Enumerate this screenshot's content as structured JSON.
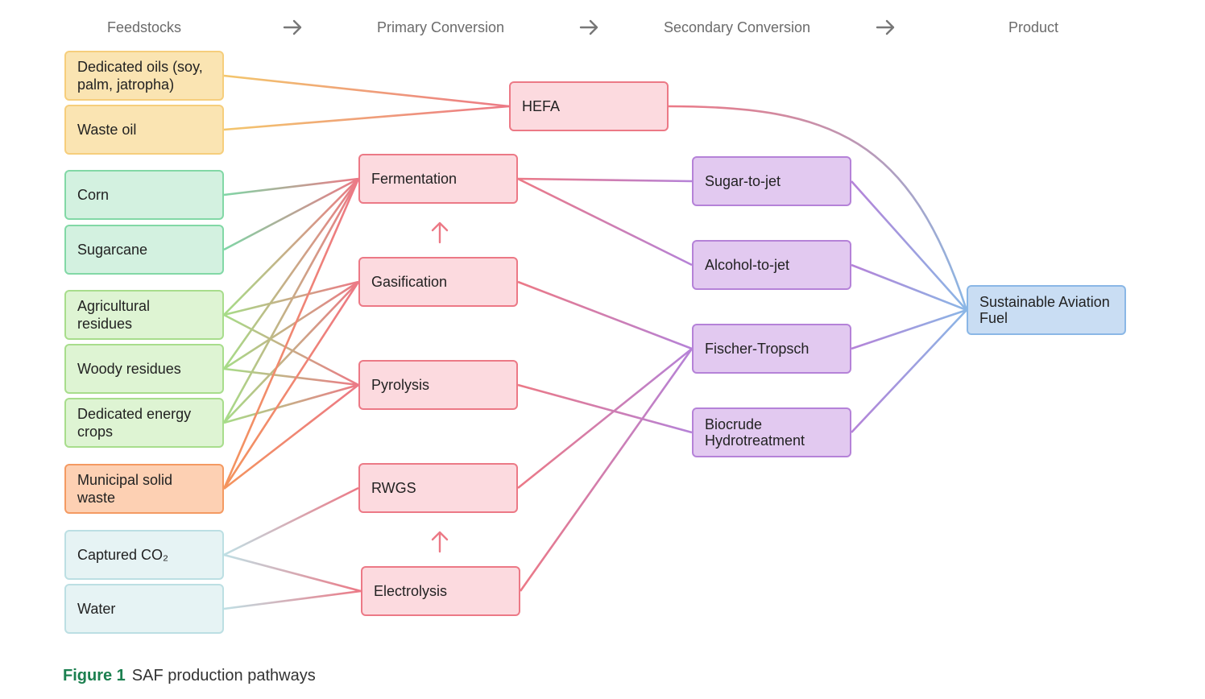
{
  "headers": {
    "feedstocks": "Feedstocks",
    "primary": "Primary Conversion",
    "secondary": "Secondary Conversion",
    "product": "Product"
  },
  "feedstocks": {
    "dedicated_oils": "Dedicated oils (soy, palm, jatropha)",
    "waste_oil": "Waste oil",
    "corn": "Corn",
    "sugarcane": "Sugarcane",
    "agricultural_residues": "Agricultural residues",
    "woody_residues": "Woody residues",
    "dedicated_energy_crops": "Dedicated energy crops",
    "municipal_solid_waste": "Municipal solid waste",
    "captured_co2": "Captured CO₂",
    "water": "Water"
  },
  "primary_conversion": {
    "hefa": "HEFA",
    "fermentation": "Fermentation",
    "gasification": "Gasification",
    "pyrolysis": "Pyrolysis",
    "rwgs": "RWGS",
    "electrolysis": "Electrolysis"
  },
  "secondary_conversion": {
    "sugar_to_jet": "Sugar-to-jet",
    "alcohol_to_jet": "Alcohol-to-jet",
    "fischer_tropsch": "Fischer-Tropsch",
    "biocrude": "Biocrude Hydrotreatment"
  },
  "product": {
    "saf": "Sustainable Aviation Fuel"
  },
  "caption": {
    "label": "Figure 1",
    "text": "SAF production pathways"
  },
  "colors": {
    "oil": "#f3c66c",
    "sugar": "#7fd6a6",
    "cellulosic": "#a6dd88",
    "msw": "#f4955d",
    "co2": "#bfe0e5",
    "primary": "#ec7986",
    "secondary": "#b582d8",
    "product": "#8ab7e6"
  },
  "links": [
    [
      "dedicated_oils",
      "hefa"
    ],
    [
      "waste_oil",
      "hefa"
    ],
    [
      "corn",
      "fermentation"
    ],
    [
      "sugarcane",
      "fermentation"
    ],
    [
      "agricultural_residues",
      "fermentation"
    ],
    [
      "agricultural_residues",
      "gasification"
    ],
    [
      "agricultural_residues",
      "pyrolysis"
    ],
    [
      "woody_residues",
      "fermentation"
    ],
    [
      "woody_residues",
      "gasification"
    ],
    [
      "woody_residues",
      "pyrolysis"
    ],
    [
      "dedicated_energy_crops",
      "fermentation"
    ],
    [
      "dedicated_energy_crops",
      "gasification"
    ],
    [
      "dedicated_energy_crops",
      "pyrolysis"
    ],
    [
      "municipal_solid_waste",
      "fermentation"
    ],
    [
      "municipal_solid_waste",
      "gasification"
    ],
    [
      "municipal_solid_waste",
      "pyrolysis"
    ],
    [
      "captured_co2",
      "rwgs"
    ],
    [
      "captured_co2",
      "electrolysis"
    ],
    [
      "water",
      "electrolysis"
    ],
    [
      "fermentation",
      "sugar_to_jet"
    ],
    [
      "fermentation",
      "alcohol_to_jet"
    ],
    [
      "gasification",
      "fischer_tropsch"
    ],
    [
      "pyrolysis",
      "biocrude"
    ],
    [
      "rwgs",
      "fischer_tropsch"
    ],
    [
      "electrolysis",
      "fischer_tropsch"
    ],
    [
      "hefa",
      "saf"
    ],
    [
      "sugar_to_jet",
      "saf"
    ],
    [
      "alcohol_to_jet",
      "saf"
    ],
    [
      "fischer_tropsch",
      "saf"
    ],
    [
      "biocrude",
      "saf"
    ]
  ]
}
